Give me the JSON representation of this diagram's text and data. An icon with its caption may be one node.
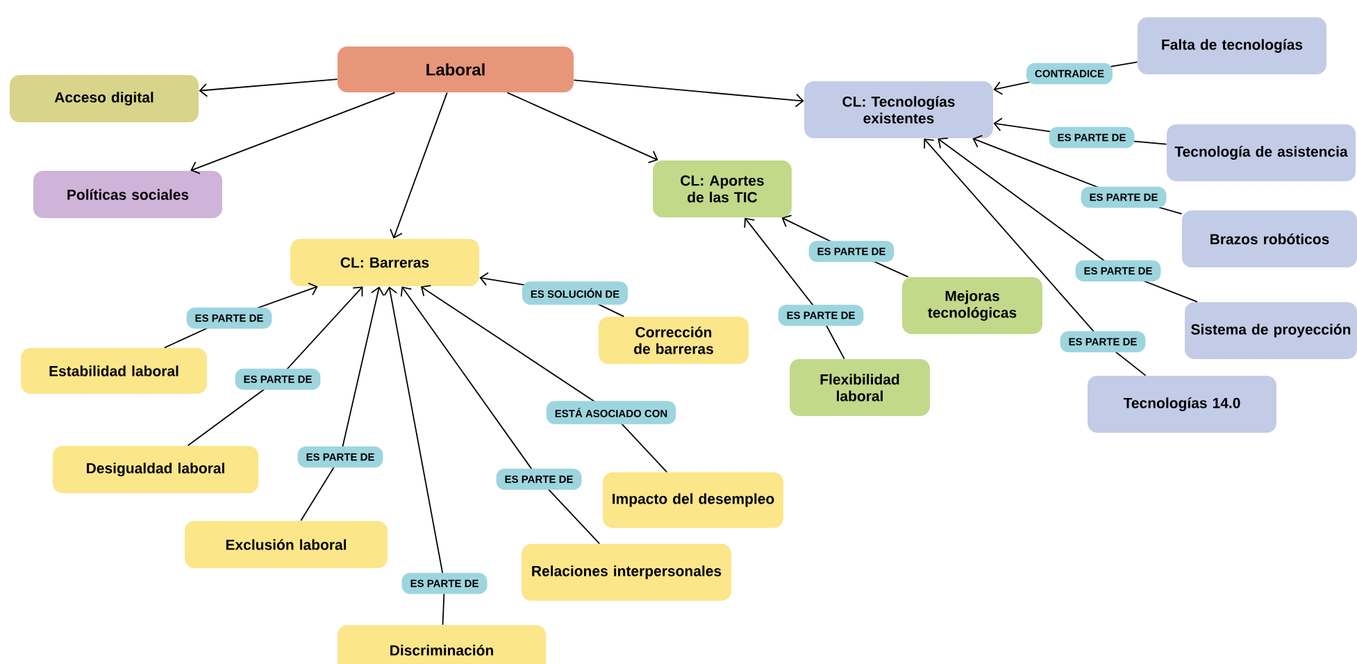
{
  "diagram": {
    "nodes": [
      {
        "text": [
          "Laboral"
        ]
      },
      {
        "text": [
          "Acceso digital"
        ]
      },
      {
        "text": [
          "Políticas sociales"
        ]
      },
      {
        "text": [
          "CL: Barreras"
        ]
      },
      {
        "text": [
          "CL: Aportes de las TIC"
        ]
      },
      {
        "text": [
          "CL: Tecnologías existentes"
        ]
      },
      {
        "text": [
          "Falta de tecnologías"
        ]
      },
      {
        "text": [
          "Tecnología de asistencia"
        ]
      },
      {
        "text": [
          "Brazos robóticos"
        ]
      },
      {
        "text": [
          "Sistema de proyección"
        ]
      },
      {
        "text": [
          "Tecnologías 14.0"
        ]
      },
      {
        "text": [
          "Mejoras tecnológicas"
        ]
      },
      {
        "text": [
          "Flexibilidad laboral"
        ]
      },
      {
        "text": [
          "Corrección de barreras"
        ]
      },
      {
        "text": [
          "Estabilidad laboral"
        ]
      },
      {
        "text": [
          "Desigualdad laboral"
        ]
      },
      {
        "text": [
          "Exclusión laboral"
        ]
      },
      {
        "text": [
          "Impacto del desempleo"
        ]
      },
      {
        "text": [
          "Relaciones interpersonales"
        ]
      },
      {
        "text": [
          "Discriminación"
        ]
      }
    ],
    "edges": [
      {
        "from": 0,
        "to": 1,
        "arrow": "to"
      },
      {
        "from": 0,
        "to": 2,
        "arrow": "to"
      },
      {
        "from": 0,
        "to": 3,
        "arrow": "to"
      },
      {
        "from": 0,
        "to": 4,
        "arrow": "to"
      },
      {
        "from": 0,
        "to": 5,
        "arrow": "to"
      },
      {
        "from": 6,
        "to": 5,
        "arrow": "to",
        "label": "CONTRADICE"
      },
      {
        "from": 7,
        "to": 5,
        "arrow": "to",
        "label": "ES PARTE DE"
      },
      {
        "from": 8,
        "to": 5,
        "arrow": "to",
        "label": "ES PARTE DE"
      },
      {
        "from": 9,
        "to": 5,
        "arrow": "to",
        "label": "ES PARTE DE"
      },
      {
        "from": 10,
        "to": 5,
        "arrow": "to",
        "label": "ES PARTE DE"
      },
      {
        "from": 11,
        "to": 4,
        "arrow": "to",
        "label": "ES PARTE DE"
      },
      {
        "from": 12,
        "to": 4,
        "arrow": "to",
        "label": "ES PARTE DE"
      },
      {
        "from": 13,
        "to": 3,
        "arrow": "to",
        "label": "ES SOLUCIÓN DE"
      },
      {
        "from": 14,
        "to": 3,
        "arrow": "to",
        "label": "ES PARTE DE"
      },
      {
        "from": 15,
        "to": 3,
        "arrow": "to",
        "label": "ES PARTE DE"
      },
      {
        "from": 16,
        "to": 3,
        "arrow": "to",
        "label": "ES PARTE DE"
      },
      {
        "from": 17,
        "to": 3,
        "arrow": "to",
        "label": "ESTÁ ASOCIADO CON"
      },
      {
        "from": 18,
        "to": 3,
        "arrow": "to",
        "label": "ES PARTE DE"
      },
      {
        "from": 19,
        "to": 3,
        "arrow": "to",
        "label": "ES PARTE DE"
      }
    ]
  }
}
